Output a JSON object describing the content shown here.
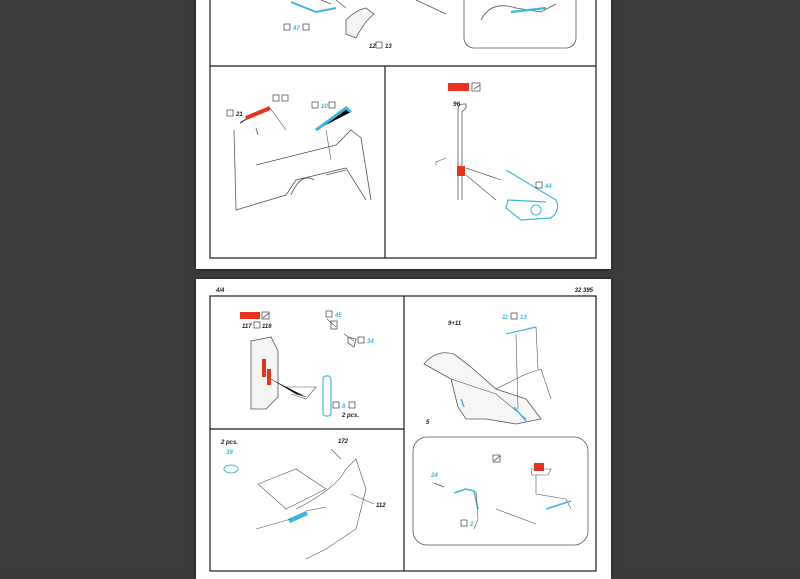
{
  "colors": {
    "cyan": "#3cb8e0",
    "red": "#e8321e",
    "frame": "#1c1c1c",
    "line": "#555555",
    "background": "#3b3b3b"
  },
  "page1": {
    "part_top_left": "47",
    "part_top_right": "12",
    "part_top_right2": "13",
    "panel_left": {
      "label_a": "21",
      "label_b": "10"
    },
    "panel_right": {
      "label_a": "96",
      "label_b": "44"
    }
  },
  "page2": {
    "page_number": "4/4",
    "product_code": "32 395",
    "panel_a": {
      "label_a": "117",
      "label_b": "116",
      "label_c": "45",
      "label_d": "34",
      "label_e": "8",
      "qty": "2 pcs."
    },
    "panel_b": {
      "label_a": "9+11",
      "label_b": "11",
      "label_c": "13",
      "label_d": "5"
    },
    "panel_c": {
      "qty": "2 pcs.",
      "label_a": "39",
      "label_b": "172",
      "label_c": "112"
    },
    "panel_d": {
      "label_a": "24",
      "label_b": "2"
    }
  }
}
